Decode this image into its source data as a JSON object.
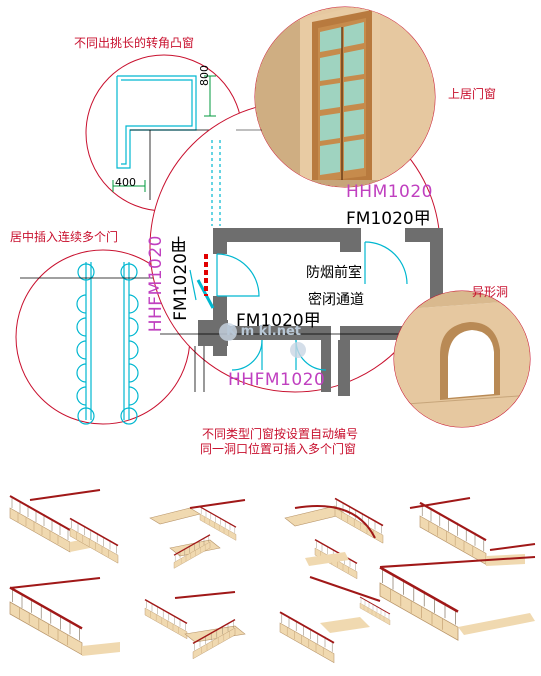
{
  "labels": {
    "bay_window": "不同出挑长的转角凸窗",
    "upper_door_window": "上居门窗",
    "center_insert_doors": "居中插入连续多个门",
    "special_opening": "异形洞",
    "auto_number_line1": "不同类型门窗按设置自动编号",
    "auto_number_line2": "同一洞口位置可插入多个门窗",
    "dim_800": "800",
    "dim_400": "400",
    "tag_hhm1020": "HHM1020",
    "tag_fm1020_top": "FM1020甲",
    "tag_hhfm1020_vert": "HHFM1020",
    "tag_fm1020_vert": "FM1020甲",
    "tag_fm1020_mid": "FM1020甲",
    "tag_hhfm1020_bottom": "HHFM1020",
    "room_smoke": "防烟前室",
    "room_closed": "密闭通道",
    "watermark": "K    m  kl.net"
  },
  "colors": {
    "circle_outline": "#c8102e",
    "wall_fill": "#6e6e6e",
    "cad_cyan": "#00b7d0",
    "cad_magenta": "#c040c0",
    "wall_3d": "#e8c9a0",
    "wood": "#b87a3e",
    "glass": "#9fd3c0",
    "stair_rail": "#a01818",
    "stair_tread": "#f0d9b0"
  },
  "stair_icons": [
    "stair-1",
    "stair-2",
    "stair-3",
    "stair-4",
    "stair-5",
    "stair-6",
    "stair-7",
    "stair-8"
  ]
}
